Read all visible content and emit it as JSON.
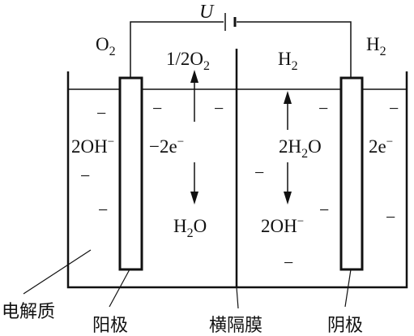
{
  "voltage_label": "U",
  "anode_gas": {
    "main": "O",
    "sub": "2"
  },
  "cathode_gas": {
    "main": "H",
    "sub": "2"
  },
  "left_chamber": {
    "product": {
      "pre": "1/2O",
      "sub": "2"
    },
    "electrons": "−2e",
    "electrons_sup": "−",
    "product_bottom": {
      "pre": "H",
      "sub": "2",
      "post": "O"
    }
  },
  "right_chamber": {
    "product": {
      "pre": "H",
      "sub": "2"
    },
    "reactant": {
      "pre": "2H",
      "sub": "2",
      "post": "O"
    },
    "product_bottom": {
      "pre": "2OH",
      "sup": "−"
    }
  },
  "left_ion": {
    "pre": "2OH",
    "sup": "−"
  },
  "right_electrons": {
    "pre": "2e",
    "sup": "−"
  },
  "minus_sign": "−",
  "labels": {
    "electrolyte": "电解质",
    "anode": "阳极",
    "membrane": "横隔膜",
    "cathode": "阴极"
  }
}
